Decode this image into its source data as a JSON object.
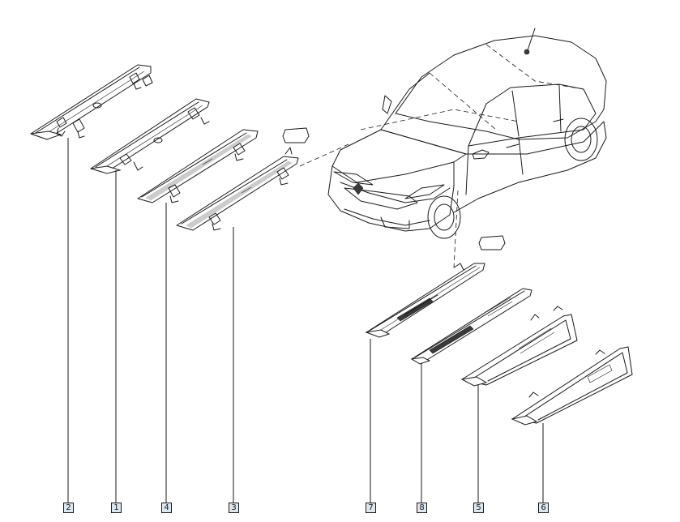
{
  "callouts": [
    {
      "id": "2",
      "label": "2"
    },
    {
      "id": "1",
      "label": "1"
    },
    {
      "id": "4",
      "label": "4"
    },
    {
      "id": "3",
      "label": "3"
    },
    {
      "id": "7",
      "label": "7"
    },
    {
      "id": "8",
      "label": "8"
    },
    {
      "id": "5",
      "label": "5"
    },
    {
      "id": "6",
      "label": "6"
    }
  ],
  "icons": {
    "note_front": "note-box-icon",
    "note_side": "note-box-icon"
  },
  "colors": {
    "line": "#1a1a1a",
    "callout_fill": "#dde7f0"
  }
}
